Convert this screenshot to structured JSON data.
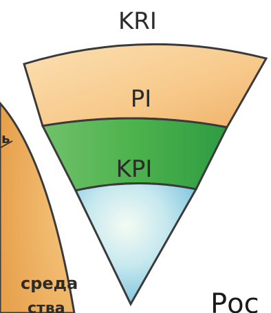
{
  "diagram": {
    "top_label": "KRI",
    "middle_label": "PI",
    "lower_label": "KPI",
    "left_label_cut": "ь",
    "left_bottom_label": "среда",
    "left_bottom_label_cut": "ства",
    "bottom_right_text": "Рос"
  },
  "colors": {
    "outer_band": "#f6c77f",
    "middle_band": "#4db24f",
    "inner_core": "#a8d8ea",
    "outline": "#3a3a3a",
    "left_disk": "#f0b060",
    "text": "#2b2b2b"
  }
}
